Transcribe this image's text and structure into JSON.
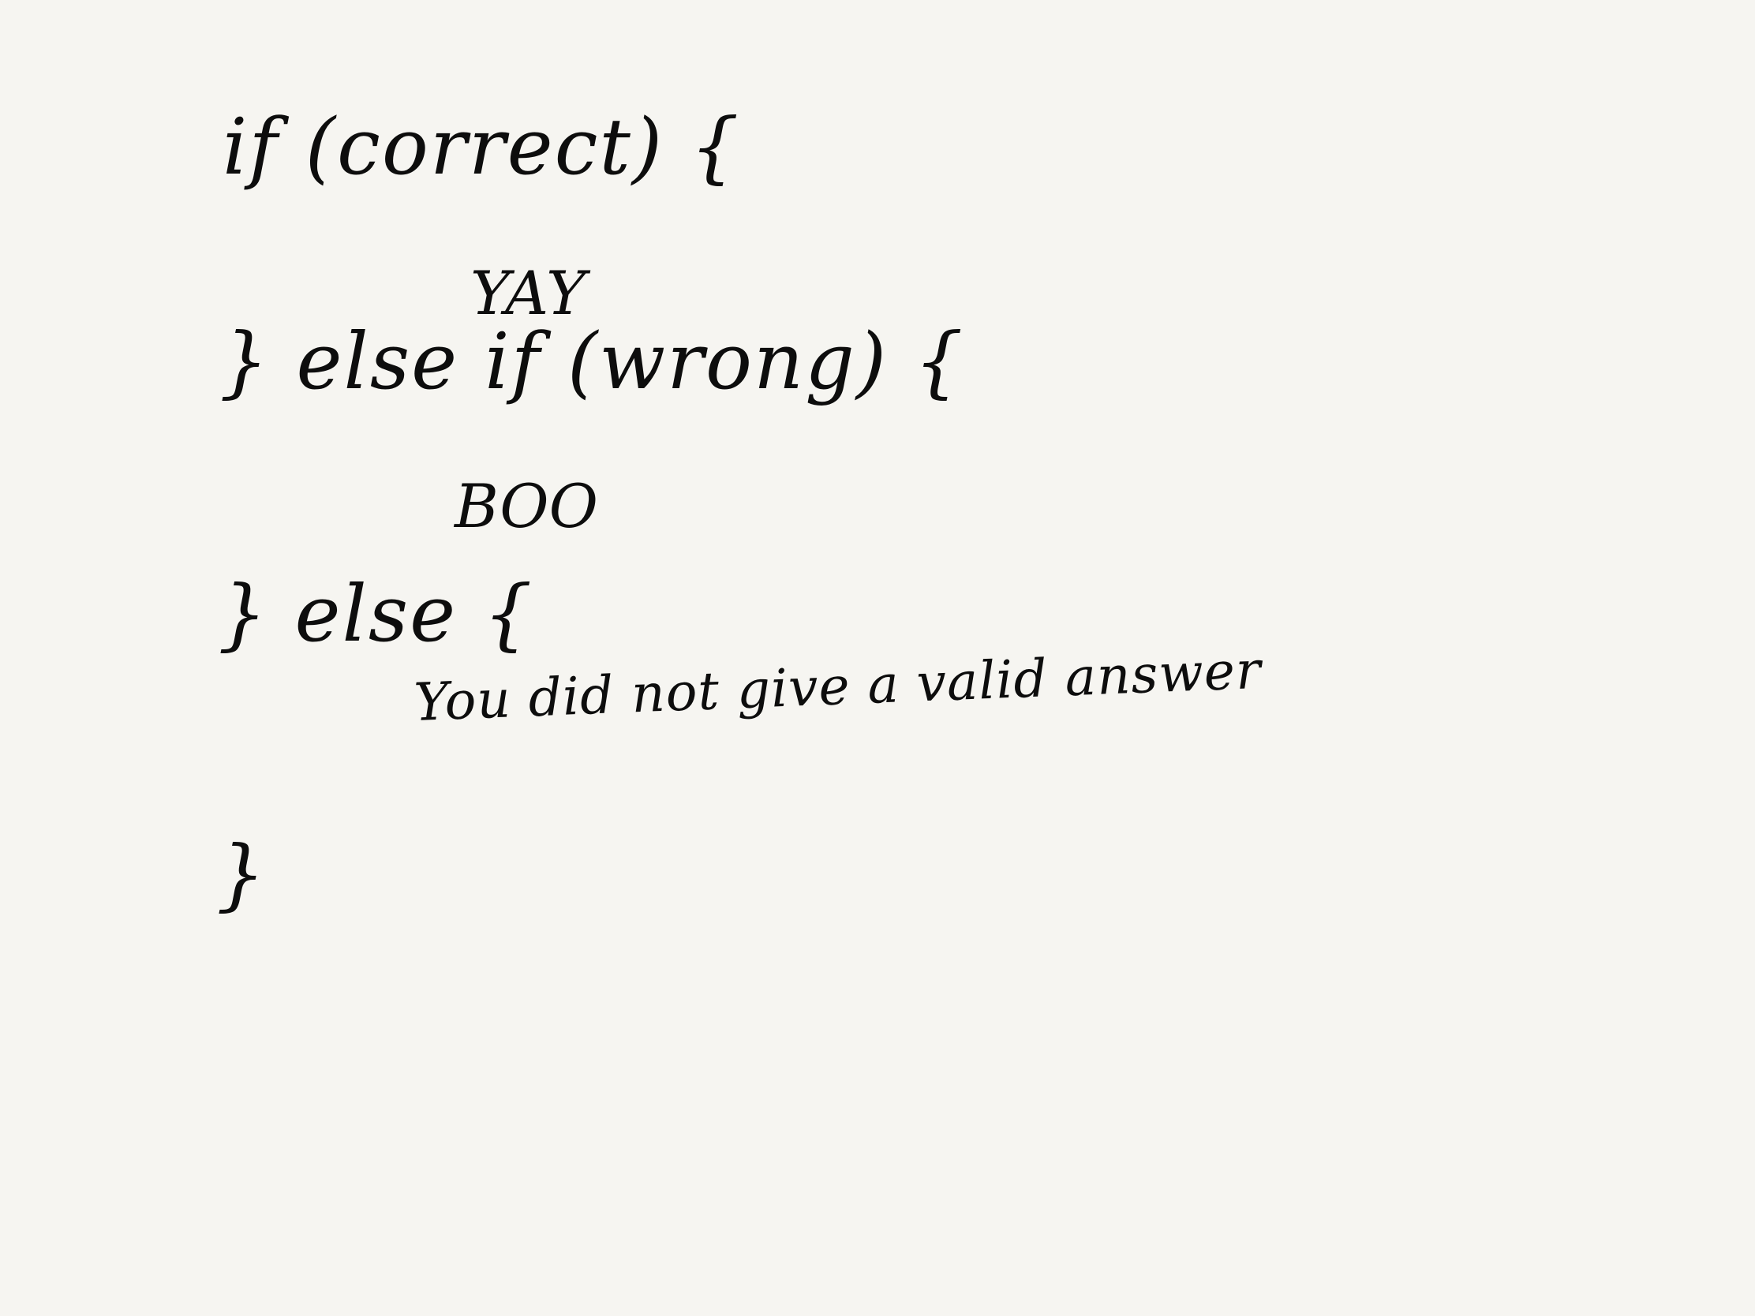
{
  "note": {
    "lines": [
      "if (correct) {",
      "YAY",
      "} else if (wrong) {",
      "BOO",
      "} else {",
      "You did not give a valid answer",
      "}"
    ]
  }
}
